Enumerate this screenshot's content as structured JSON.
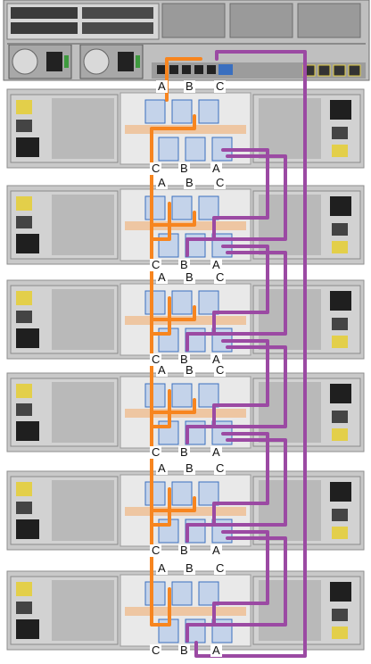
{
  "colors": {
    "orange_cable": "#f7851f",
    "purple_cable": "#9b4aa3",
    "chassis": "#c9c9c9",
    "chassis_dark": "#8e8e8e",
    "bay_yellow": "#e3cf4a",
    "blue_io": "#3a6fbf",
    "green": "#3e9a3e"
  },
  "icons": [
    "power-inlet-icon",
    "fan-grille-icon",
    "sas-port-icon",
    "led-icon"
  ],
  "server": {
    "name": "server-head-unit"
  },
  "port_labels": {
    "top_row": [
      "A",
      "B",
      "C"
    ],
    "bottom_row": [
      "C",
      "B",
      "A"
    ]
  },
  "shelves": [
    {
      "name": "storage-shelf-1"
    },
    {
      "name": "storage-shelf-2"
    },
    {
      "name": "storage-shelf-3"
    },
    {
      "name": "storage-shelf-4"
    },
    {
      "name": "storage-shelf-5"
    },
    {
      "name": "storage-shelf-6"
    }
  ]
}
